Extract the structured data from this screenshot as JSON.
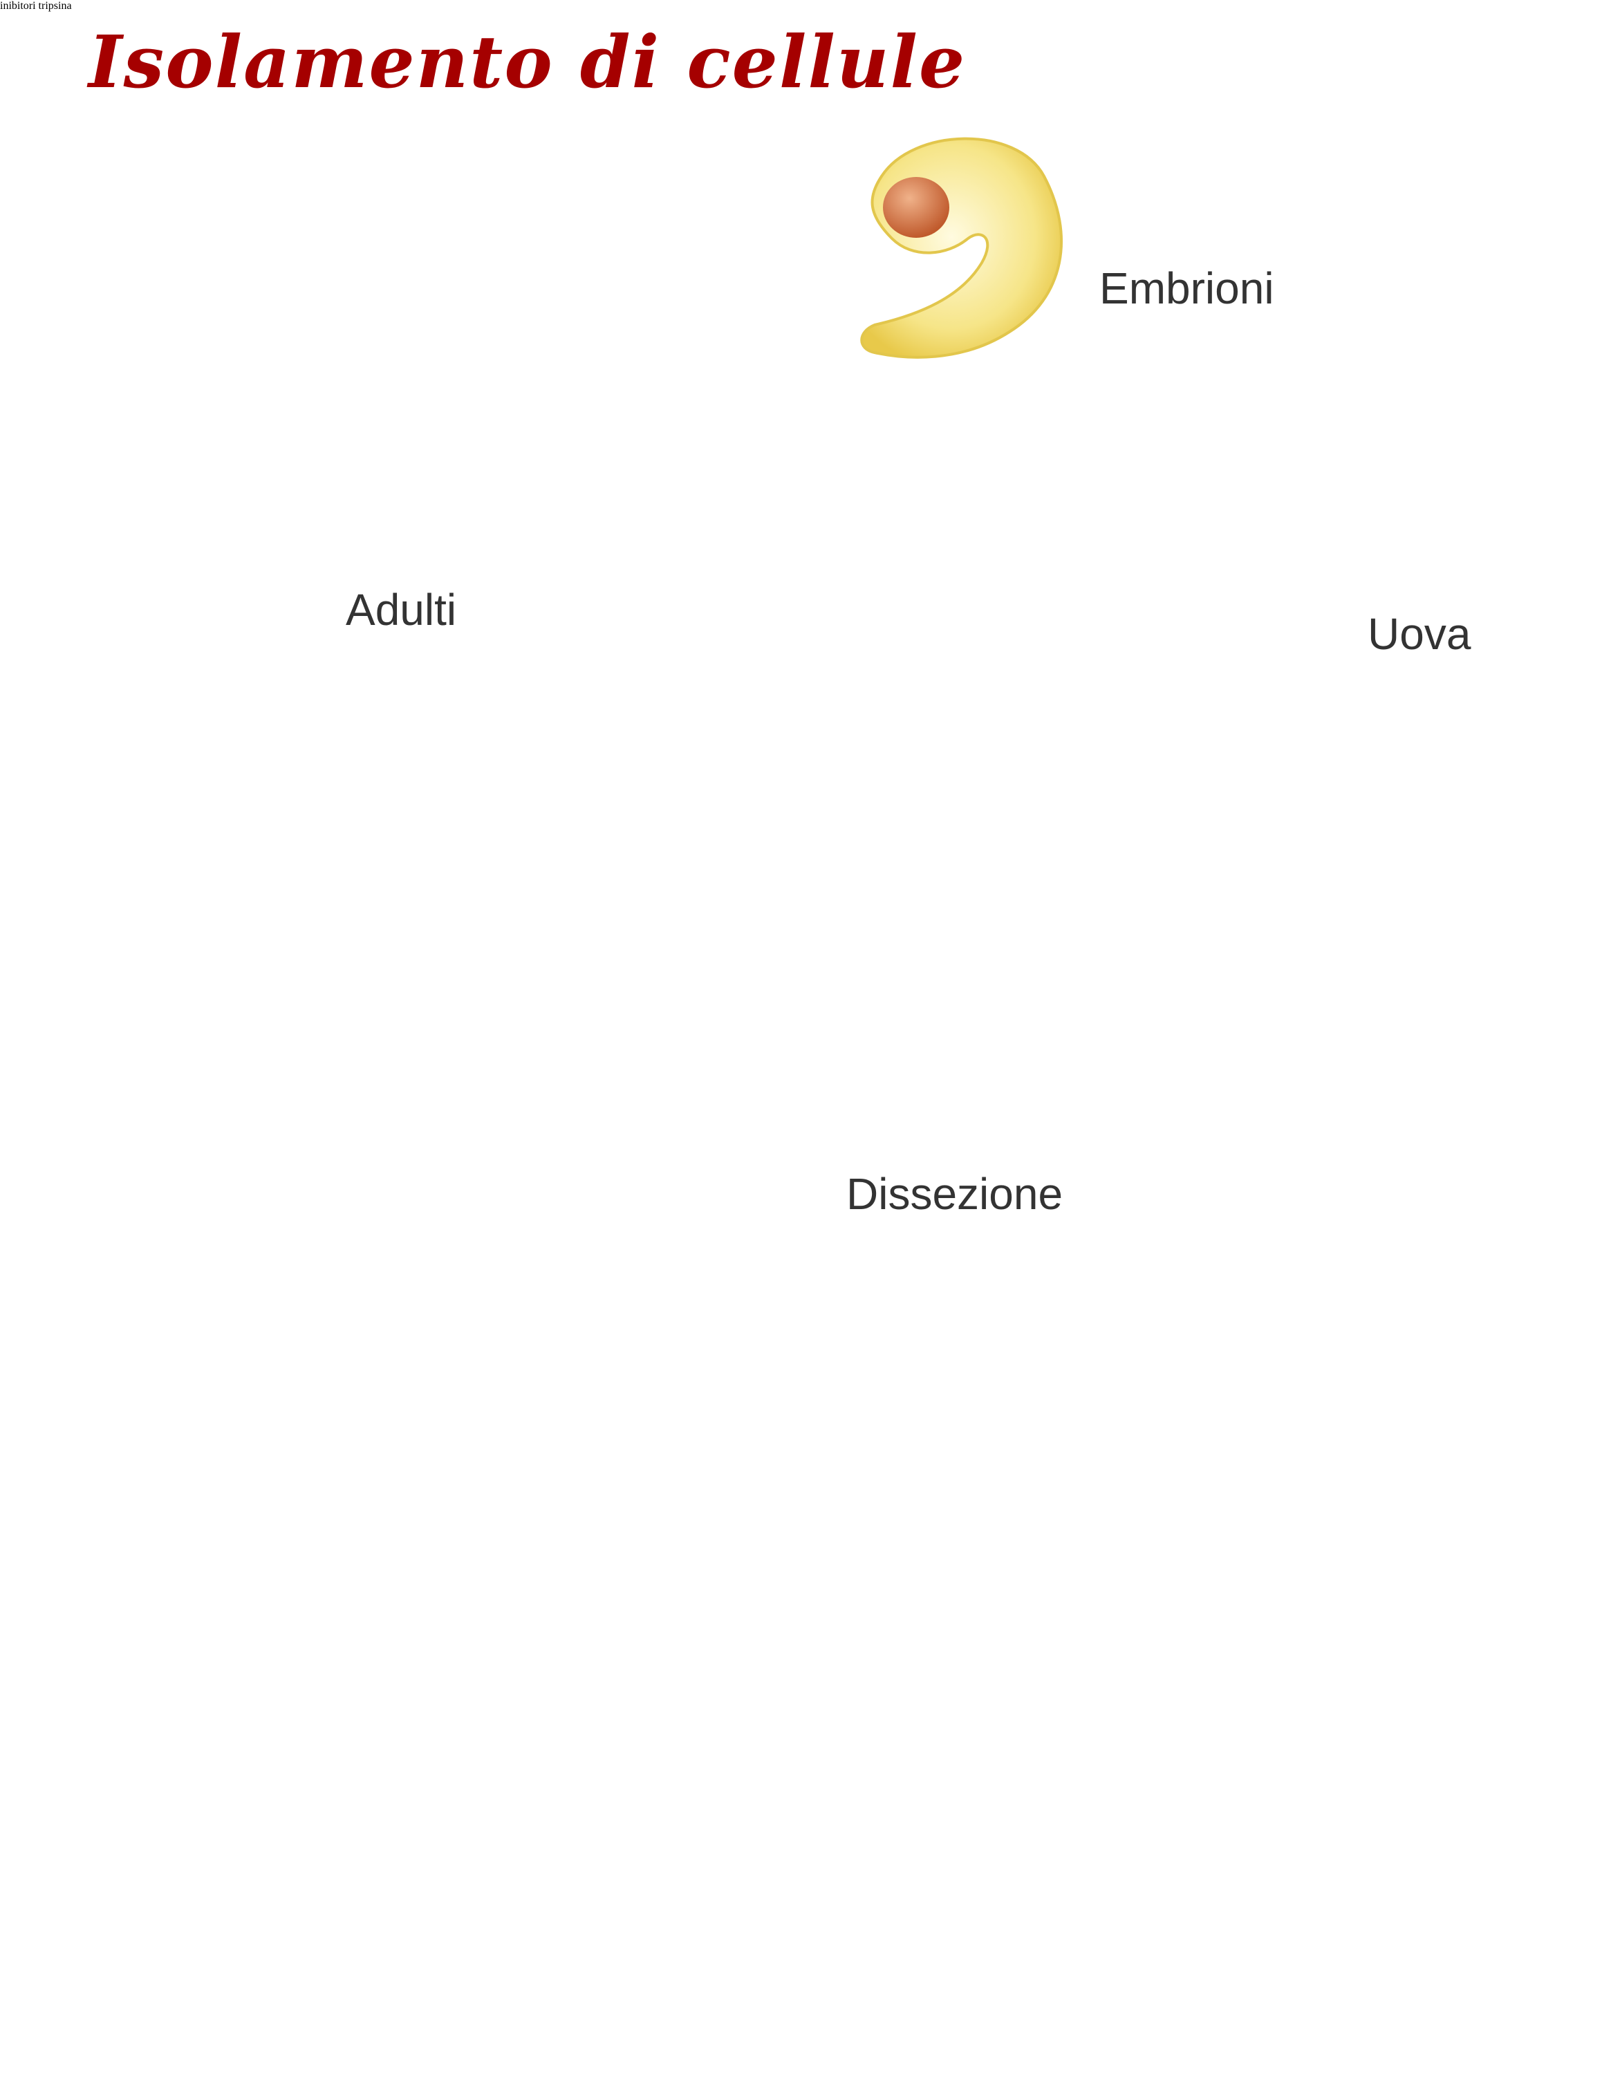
{
  "title": "Isolamento di cellule",
  "labels": {
    "embrioni": "Embrioni",
    "adulti": "Adulti",
    "uova": "Uova",
    "dissezione": "Dissezione",
    "tube": "inibitori tripsina"
  },
  "colors": {
    "title": "#a50000",
    "arrow": "#4a6467",
    "embryo": "#f4e27a",
    "egg": "#8a6fb5",
    "medium": "#ecea5c",
    "tissue": "#b8203a"
  },
  "icons": {
    "embryo": "embryo-icon",
    "mouse": "mouse-icon",
    "egg": "egg-cell-icon",
    "scalpel": "scalpel-icon",
    "dish": "petri-dish-icon",
    "tube": "test-tube-icon",
    "flask": "flask-icon"
  }
}
